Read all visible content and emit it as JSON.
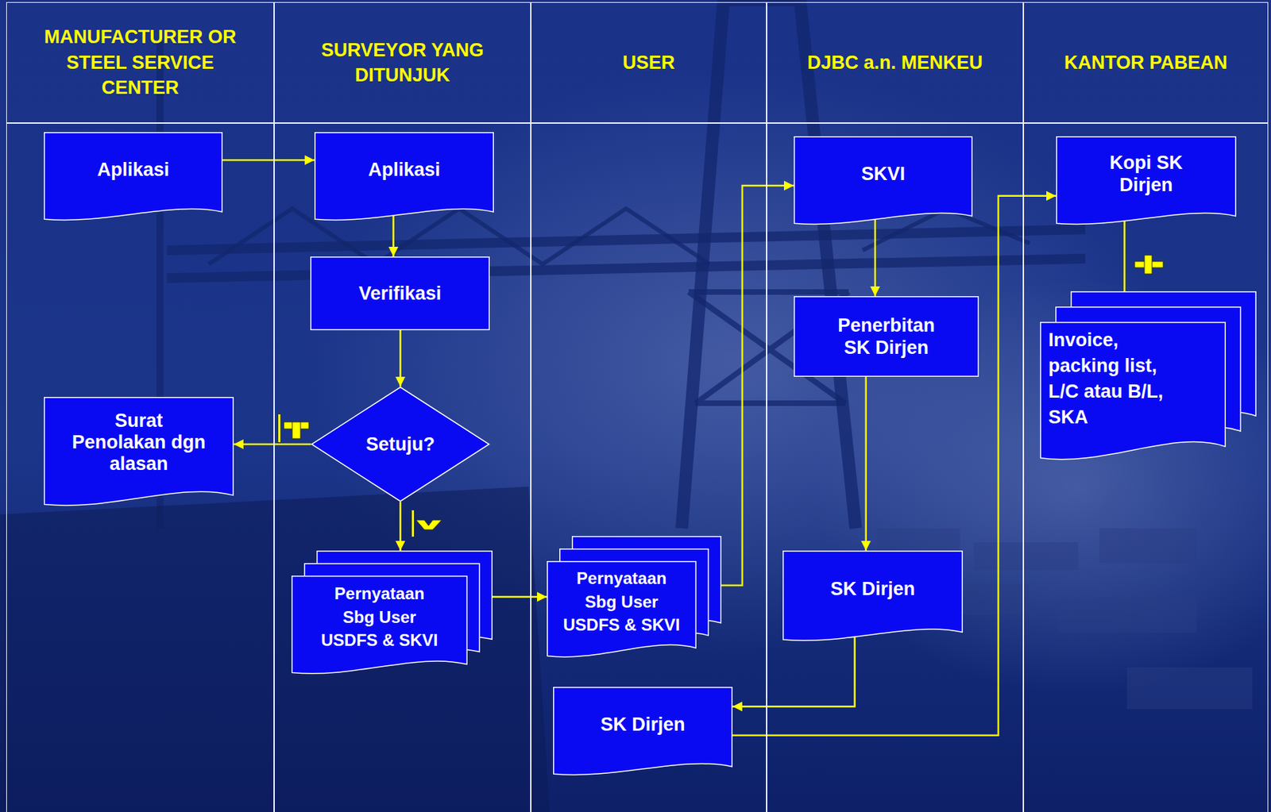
{
  "diagram": {
    "nodes": [
      {
        "text": [
          "MANUFACTURER OR STEEL SERVICE CENTER"
        ]
      },
      {
        "text": [
          "Aplikasi"
        ],
        "in": 0
      },
      {
        "text": [
          "Surat Penolakan dgn alasan"
        ],
        "in": 0
      },
      {
        "text": [
          "SURVEYOR YANG DITUNJUK"
        ]
      },
      {
        "text": [
          "Aplikasi"
        ],
        "in": 3
      },
      {
        "text": [
          "Verifikasi"
        ],
        "in": 3
      },
      {
        "text": [
          "Setuju?"
        ],
        "in": 3
      },
      {
        "text": [
          "Pernyataan Sbg User USDFS & SKVI"
        ],
        "in": 3
      },
      {
        "text": [
          "USER"
        ]
      },
      {
        "text": [
          "Pernyataan Sbg User USDFS & SKVI"
        ],
        "in": 8
      },
      {
        "text": [
          "SK Dirjen"
        ],
        "in": 8
      },
      {
        "text": [
          "DJBC a.n. MENKEU"
        ]
      },
      {
        "text": [
          "SKVI"
        ],
        "in": 11
      },
      {
        "text": [
          "Penerbitan SK Dirjen"
        ],
        "in": 11
      },
      {
        "text": [
          "SK Dirjen"
        ],
        "in": 11
      },
      {
        "text": [
          "KANTOR PABEAN"
        ]
      },
      {
        "text": [
          "Kopi SK Dirjen"
        ],
        "in": 15
      },
      {
        "text": [
          "Invoice, packing list, L/C atau B/L, SKA"
        ],
        "in": 15
      }
    ],
    "edges": [
      {
        "from": 1,
        "to": 4,
        "arrow": "to"
      },
      {
        "from": 4,
        "to": 5,
        "arrow": "to"
      },
      {
        "from": 5,
        "to": 6,
        "arrow": "to"
      },
      {
        "from": 6,
        "to": 2,
        "arrow": "to"
      },
      {
        "from": 6,
        "to": 7,
        "arrow": "to"
      },
      {
        "from": 7,
        "to": 9,
        "arrow": "to"
      },
      {
        "from": 9,
        "to": 12,
        "arrow": "to"
      },
      {
        "from": 12,
        "to": 13,
        "arrow": "to"
      },
      {
        "from": 13,
        "to": 14,
        "arrow": "to"
      },
      {
        "from": 14,
        "to": 10,
        "arrow": "to"
      },
      {
        "from": 10,
        "to": 16,
        "arrow": "to"
      },
      {
        "from": 16,
        "to": 17,
        "arrow": "none"
      }
    ]
  }
}
